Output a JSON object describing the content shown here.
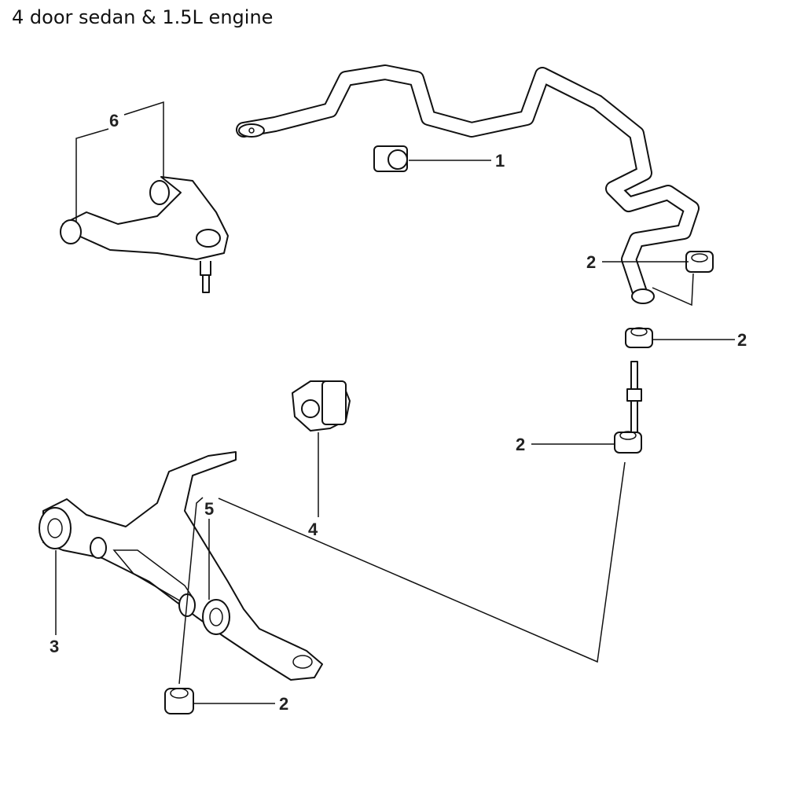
{
  "title": "4 door sedan & 1.5L engine",
  "callouts": {
    "stabilizer_bushing": "1",
    "link_bushing_upper": "2",
    "link_bushing_mid": "2",
    "link_bushing_lower": "2",
    "arm_bushing_bottom": "2",
    "front_bushing": "3",
    "compliance_bushing": "4",
    "rear_bushings": "5",
    "upper_arm_bushings": "6"
  }
}
